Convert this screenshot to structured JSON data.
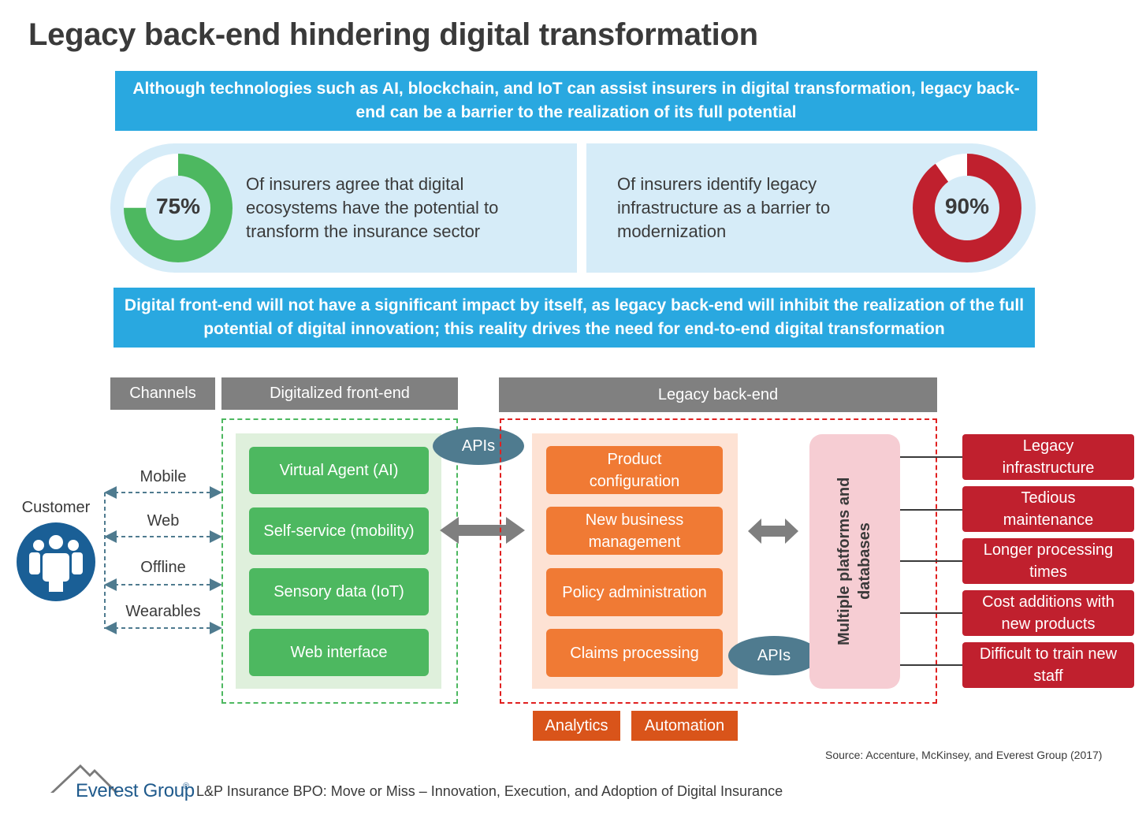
{
  "title": "Legacy back-end hindering digital transformation",
  "banner_top": "Although technologies such as AI, blockchain, and IoT can assist insurers in digital transformation, legacy back-end can be a barrier to the realization of its full potential",
  "stats": [
    {
      "value": "75%",
      "fraction": 0.75,
      "color": "#4db860",
      "text": "Of insurers agree that digital ecosystems have the potential to transform the insurance sector"
    },
    {
      "value": "90%",
      "fraction": 0.9,
      "color": "#c0202e",
      "text": "Of insurers identify legacy infrastructure as a barrier to modernization"
    }
  ],
  "banner_mid": "Digital front-end will not have a significant impact by itself, as legacy back-end will inhibit the realization of the full potential of digital innovation; this reality drives the need for end-to-end digital transformation",
  "headers": {
    "channels": "Channels",
    "frontend": "Digitalized front-end",
    "backend": "Legacy back-end"
  },
  "customer_label": "Customer",
  "channels": [
    "Mobile",
    "Web",
    "Offline",
    "Wearables"
  ],
  "frontend_items": [
    "Virtual Agent (AI)",
    "Self-service (mobility)",
    "Sensory data (IoT)",
    "Web interface"
  ],
  "backend_items": [
    "Product configuration",
    "New business management",
    "Policy administration",
    "Claims processing"
  ],
  "apis_label": "APIs",
  "platforms_label": "Multiple platforms and databases",
  "issues": [
    "Legacy infrastructure",
    "Tedious maintenance",
    "Longer processing times",
    "Cost additions with new products",
    "Difficult to train new staff"
  ],
  "tags": [
    "Analytics",
    "Automation"
  ],
  "source": "Source: Accenture, McKinsey, and Everest Group (2017)",
  "logo": "Everest Group",
  "footer": "L&P Insurance BPO: Move or Miss – Innovation, Execution, and Adoption of Digital Insurance",
  "colors": {
    "banner": "#29a8e0",
    "panel": "#d6ecf8",
    "green": "#4db860",
    "orange": "#f07a34",
    "red": "#c0202e",
    "header_gray": "#808080",
    "api": "#4f7b8f"
  }
}
